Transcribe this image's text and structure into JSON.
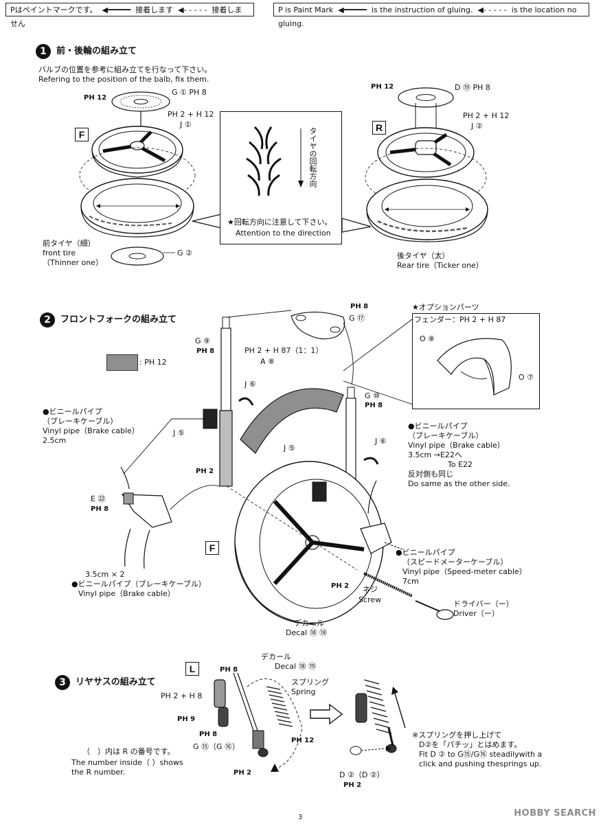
{
  "legend_jp": {
    "paint": "Pはペイントマークです。",
    "glue": "接着します",
    "noglue": "接着しません"
  },
  "legend_en": {
    "paint": "P is Paint Mark",
    "glue": "is the instruction of gluing.",
    "noglue": "is the location no gluing."
  },
  "step1": {
    "num": "1",
    "title": "前・後輪の組み立て",
    "note_jp": "バルブの位置を参考に組み立てを行なって下さい。",
    "note_en": "Refering to the position of the balb, fix them.",
    "front_box": "F",
    "rear_box": "R",
    "front_labels": {
      "ph12": "PH 12",
      "g1": "G ① PH 8",
      "ph2h12": "PH 2 + H 12",
      "j1": "J ①",
      "g2": "G ②"
    },
    "rear_labels": {
      "ph12": "PH 12",
      "d19": "D ⑲ PH 8",
      "ph2h12": "PH 2 + H 12",
      "j2": "J ②"
    },
    "callout_vertical": "タイヤの回転方向",
    "callout_jp": "★回転方向に注意して下さい。",
    "callout_en": "Attention to the direction",
    "front_tire_jp": "前タイヤ（細）",
    "front_tire_en1": "front tire",
    "front_tire_en2": "（Thinner one）",
    "rear_tire_jp": "後タイヤ（太）",
    "rear_tire_en": "Rear tire（Ticker one）"
  },
  "step2": {
    "num": "2",
    "title": "フロントフォークの組み立て",
    "paint_swatch": ": PH 12",
    "ph8_top": "PH 8",
    "g17": "G ⑰",
    "option_title": "★オプションパーツ",
    "option_fender": "フェンダー：PH 2 + H 87",
    "o8": "O ⑧",
    "o7": "O ⑦",
    "g9": "G ⑨",
    "ph8_g9": "PH 8",
    "ratio": "PH 2 + H 87（1：1）",
    "a8": "A ⑧",
    "j6_left": "J ⑥",
    "g10": "G ⑩",
    "ph8_g10": "PH 8",
    "vinyl_left": [
      "●ビニールパイプ",
      "（ブレーキケーブル）",
      "Vinyl pipe（Brake cable）",
      "2.5cm"
    ],
    "j5_left": "J ⑤",
    "ph2_left": "PH 2",
    "j5_mid": "J ⑤",
    "j6_right": "J ⑥",
    "vinyl_right": [
      "●ビニールパイプ",
      "（ブレーキケーブル）",
      "Vinyl pipe（Brake cable）",
      "3.5cm →E22へ",
      "To E22",
      "反対側も同じ",
      "Do same as the other side."
    ],
    "e22": "E ㉒",
    "ph8_e22": "PH 8",
    "f_box": "F",
    "vinyl_speed": [
      "●ビニールパイプ",
      "（スピードメーターケーブル）",
      "Vinyl pipe（Speed-meter cable）",
      "7cm"
    ],
    "bottom_left": [
      "3.5cm × 2",
      "●ビニールパイプ（ブレーキケーブル）",
      "Vinyl pipe（Brake cable）"
    ],
    "ph2_bottom": "PH 2",
    "screw": [
      "ネジ",
      "Screw"
    ],
    "driver": [
      "ドライバー（ー）",
      "Driver（ー）"
    ],
    "decal": [
      "デカール",
      "Decal ⑱ ⑱"
    ]
  },
  "step3": {
    "num": "3",
    "title": "リヤサスの組み立て",
    "l_box": "L",
    "ph8_a": "PH 8",
    "ph2h8": "PH 2 + H 8",
    "ph9": "PH 9",
    "ph8_b": "PH 8",
    "g15": "G ⑮（G ⑯）",
    "ph12": "PH 12",
    "decal": [
      "デカール",
      "Decal ⑱ ⑲"
    ],
    "spring": [
      "スプリング",
      "Spring"
    ],
    "note_jp": "（　）内は R の番号です。",
    "note_en1": "The number inside（ ）shows",
    "note_en2": "the R number.",
    "d2": "D ②（D ②）",
    "ph2": "PH 2",
    "push_jp1": "※スプリングを押し上げて",
    "push_jp2": "D②を「パチッ」とはめます。",
    "push_en1": "Fit D ② to G⑮/G⑯ steadilywith a",
    "push_en2": "click and pushing thesprings up."
  },
  "page_number": "3",
  "watermark": "HOBBY SEARCH"
}
